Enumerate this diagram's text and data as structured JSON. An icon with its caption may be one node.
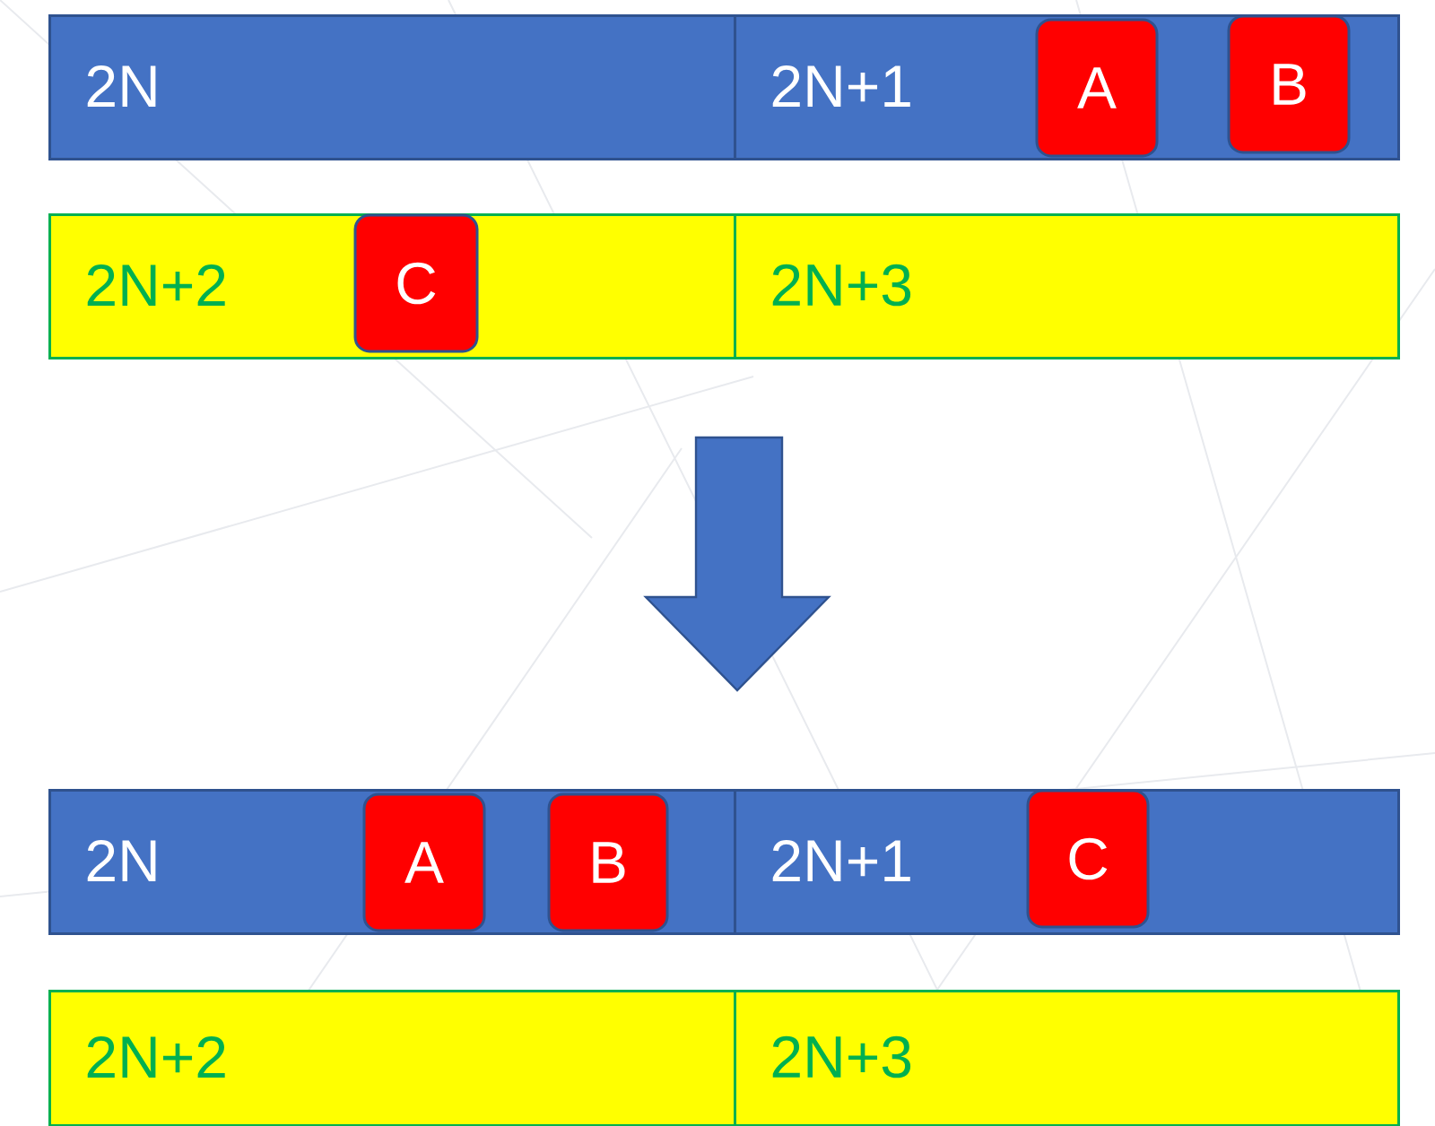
{
  "diagram": {
    "nodes": [
      {
        "text": [
          "2N"
        ]
      },
      {
        "text": [
          "2N+1"
        ]
      },
      {
        "text": [
          "A"
        ],
        "in": 1
      },
      {
        "text": [
          "B"
        ],
        "in": 1
      },
      {
        "text": [
          "2N+2"
        ]
      },
      {
        "text": [
          "C"
        ],
        "in": 4
      },
      {
        "text": [
          "2N+3"
        ]
      },
      {
        "text": [
          "2N"
        ]
      },
      {
        "text": [
          "A"
        ],
        "in": 7
      },
      {
        "text": [
          "B"
        ],
        "in": 7
      },
      {
        "text": [
          "2N+1"
        ]
      },
      {
        "text": [
          "C"
        ],
        "in": 10
      },
      {
        "text": [
          "2N+2"
        ]
      },
      {
        "text": [
          "2N+3"
        ]
      }
    ]
  }
}
